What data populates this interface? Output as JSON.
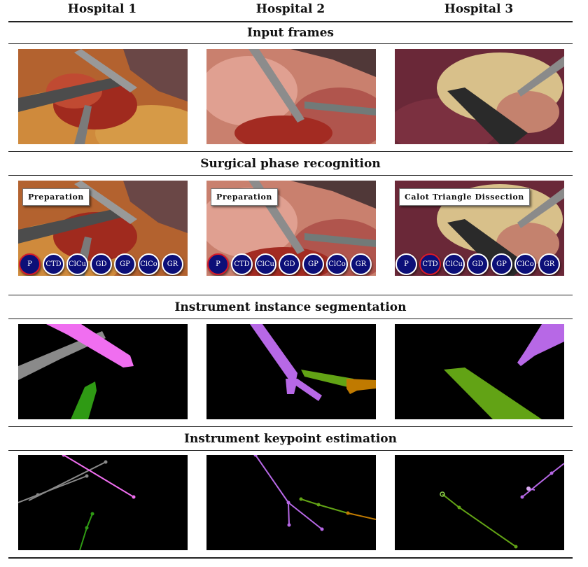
{
  "columns": [
    "Hospital 1",
    "Hospital 2",
    "Hospital 3"
  ],
  "sections": [
    "Input frames",
    "Surgical phase recognition",
    "Instrument instance segmentation",
    "Instrument keypoint estimation"
  ],
  "phase_labels": [
    "Preparation",
    "Preparation",
    "Calot Triangle Dissection"
  ],
  "phase_codes": [
    "P",
    "CTD",
    "ClCu",
    "GD",
    "GP",
    "ClCo",
    "GR"
  ],
  "active_phase_index": [
    0,
    0,
    1
  ],
  "colors": {
    "phase_circle": "#0c0f78",
    "active_ring": "#d81b2a",
    "magenta_tool": "#f06ef0",
    "gray_tool": "#8a8a8a",
    "green_tool": "#2f9a14",
    "purple_tool": "#b768e6",
    "olive_tool": "#62a315",
    "orange_tool": "#c07a00"
  }
}
